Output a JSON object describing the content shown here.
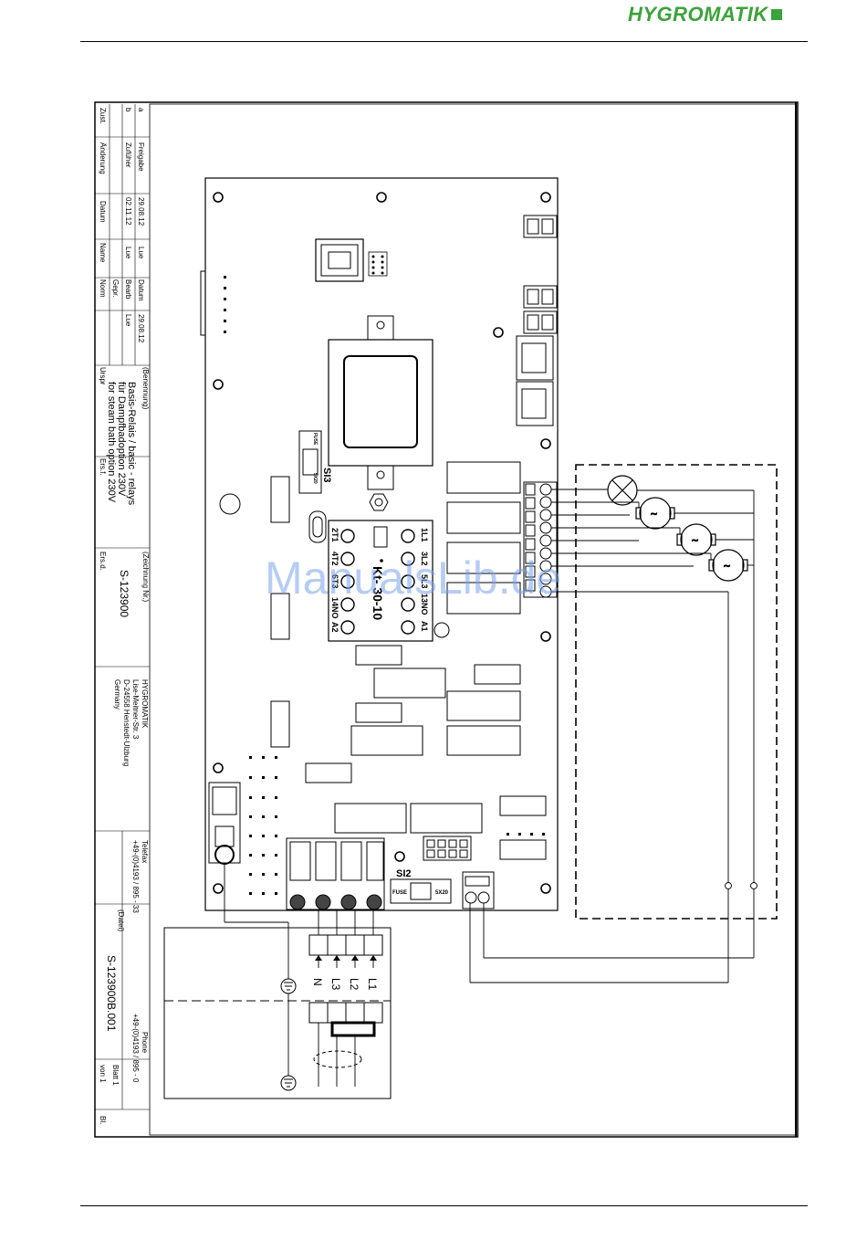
{
  "header": {
    "brand": "HYGROMATIK"
  },
  "watermark": "ManualsLib.de",
  "title_block": {
    "rev_a": "a",
    "rev_b": "b",
    "zust": "Zust.",
    "freigabe": "Freigabe",
    "zufuhr": "Zufüher",
    "aenderung": "Änderung",
    "date_a": "29.08.12",
    "date_b": "02.11.12",
    "datum_col": "Datum",
    "name_a": "Lue",
    "name_b": "Lue",
    "name_col": "Name",
    "datum_hdr": "Datum",
    "bearb": "Bearb",
    "gepr": "Gepr.",
    "norm": "Norm",
    "bearb_date": "29.08.12",
    "bearb_name": "Lue",
    "benennung_label": "(Benennung)",
    "title_line1": "Basis-Relais / basic - relays",
    "title_line2": "für Dampfbadoption 230V",
    "title_line3": "for steam bath option 230V",
    "urspr": "Urspr",
    "ersf": "Ers.f.",
    "ersd": "Ers.d.",
    "zeichnung_label": "(Zeichnung Nr.)",
    "drawing_no": "S-123900",
    "company1": "HYGROMATIK",
    "company2": "Lise-Meitner-Str. 3",
    "company3": "D-24558 Henstedt-Ulzburg",
    "company4": "Germany",
    "telefax_label": "Telefax",
    "telefax": "+49-(0)4193 / 895 - 33",
    "phone_label": "Phone",
    "phone": "+49-(0)4193 / 895 - 0",
    "datei_label": "(Datei)",
    "file_no": "S-123900B.001",
    "blatt": "Blatt 1",
    "von": "von 1",
    "bl": "Bl."
  },
  "board": {
    "fuse_si3": "SI3",
    "fuse_si2": "SI2",
    "fuse_label": "FUSE",
    "fuse_code": "5X20",
    "contactor_model": "Kt- 30-10",
    "contactor_top": [
      "1L1",
      "3L2",
      "5L3",
      "13NO",
      "A1"
    ],
    "contactor_bottom": [
      "2T1",
      "4T2",
      "6T3",
      "14NO",
      "A2"
    ]
  },
  "mains": {
    "labels": [
      "L1",
      "L2",
      "L3",
      "N"
    ]
  }
}
